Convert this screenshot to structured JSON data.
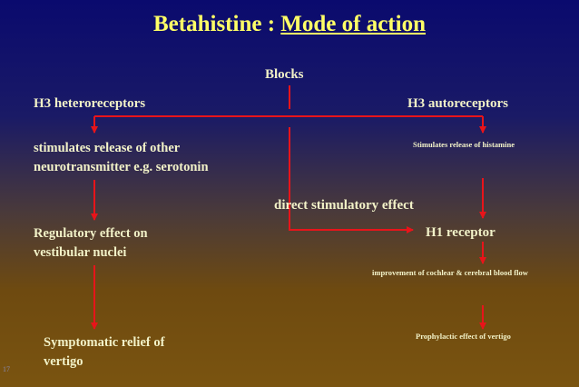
{
  "title": {
    "drug": "Betahistine :",
    "topic": "Mode of action"
  },
  "nodes": {
    "blocks": "Blocks",
    "h3_hetero": "H3 heteroreceptors",
    "h3_auto": "H3 autoreceptors",
    "stimulates_release_line1": "stimulates release of other",
    "stimulates_release_line2": "neurotransmitter e.g. serotonin",
    "stimulates_histamine": "Stimulates release of histamine",
    "direct_effect": "direct stimulatory effect",
    "regulatory_line1": "Regulatory effect on",
    "regulatory_line2": "vestibular nuclei",
    "h1_receptor": "H1 receptor",
    "blood_flow": "improvement of cochlear & cerebral blood flow",
    "symptomatic_line1": "Symptomatic relief of",
    "symptomatic_line2": "vertigo",
    "prophylactic": "Prophylactic effect of vertigo"
  },
  "slide_number": "17",
  "colors": {
    "arrow": "#e8141a",
    "title": "#ffff66",
    "text": "#f2f2c8",
    "bg_top": "#0a0a6e",
    "bg_bottom": "#7a5410"
  }
}
